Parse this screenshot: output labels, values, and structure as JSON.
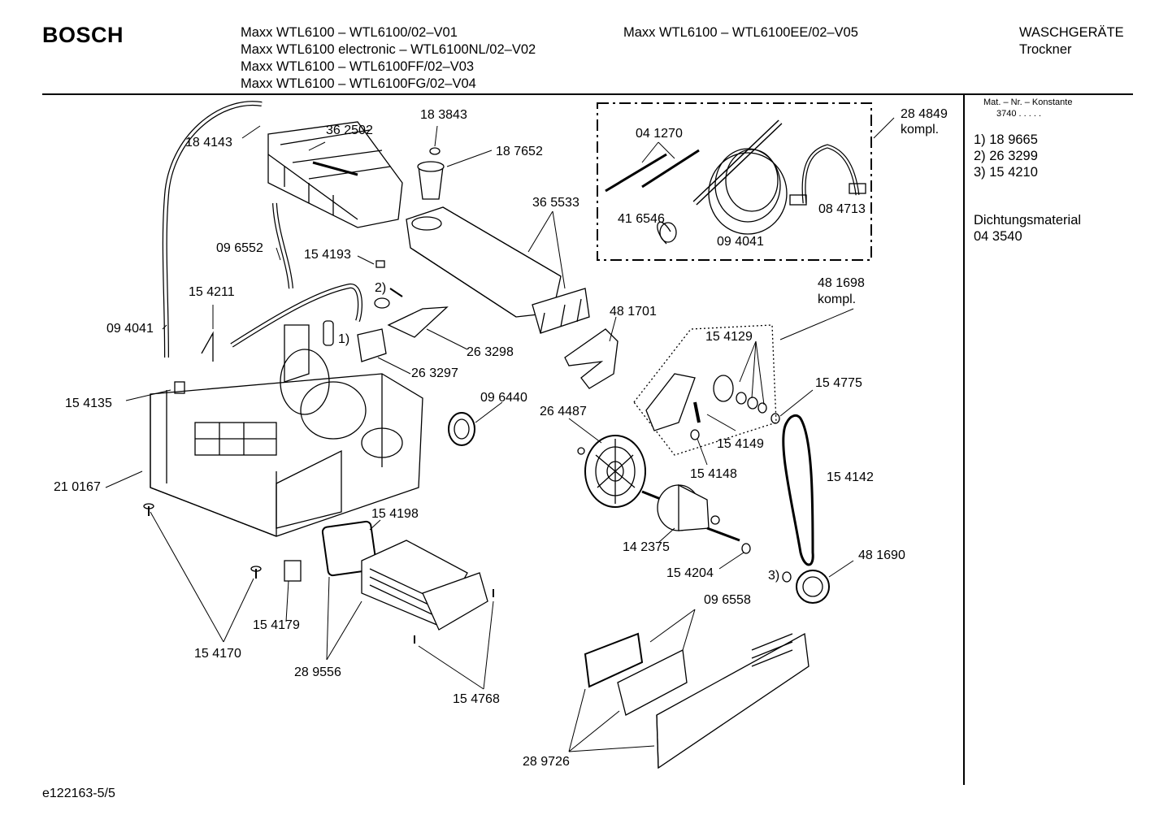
{
  "header": {
    "brand": "BOSCH",
    "models_left": [
      "Maxx WTL6100 –  WTL6100/02–V01",
      "Maxx WTL6100 electronic – WTL6100NL/02–V02",
      "Maxx WTL6100 – WTL6100FF/02–V03",
      "Maxx WTL6100 – WTL6100FG/02–V04"
    ],
    "model_right": "Maxx WTL6100 – WTL6100EE/02–V05",
    "category": "WASCHGERÄTE",
    "subcategory": "Trockner"
  },
  "sidebar": {
    "mat_header": "Mat. – Nr. – Konstante",
    "mat_value": "3740 .  .  .  .  .",
    "notes": [
      "1) 18 9665",
      "2) 26 3299",
      "3) 15 4210"
    ],
    "seal_label": "Dichtungsmaterial",
    "seal_number": "04 3540"
  },
  "footer": {
    "code": "e122163-5/5"
  },
  "parts": {
    "p184143": "18 4143",
    "p362502": "36 2502",
    "p183843": "18 3843",
    "p187652": "18 7652",
    "p284849": "28 4849",
    "p284849_kompl": "kompl.",
    "p041270": "04 1270",
    "p416546": "41 6546",
    "p094041_kit": "09 4041",
    "p084713": "08 4713",
    "p365533": "36 5533",
    "p096552": "09 6552",
    "p154193": "15 4193",
    "note2": "2)",
    "p154211": "15 4211",
    "p094041": "09 4041",
    "note1": "1)",
    "p263298": "26 3298",
    "p263297": "26 3297",
    "p481698": "48 1698",
    "p481698_kompl": "kompl.",
    "p481701": "48 1701",
    "p154129": "15 4129",
    "p154775": "15 4775",
    "p154135": "15 4135",
    "p096440": "09 6440",
    "p264487": "26 4487",
    "p154149": "15 4149",
    "p154148": "15 4148",
    "p154142": "15 4142",
    "p210167": "21 0167",
    "p154198": "15 4198",
    "p142375": "14 2375",
    "p481690": "48 1690",
    "p154204": "15 4204",
    "note3": "3)",
    "p096558": "09 6558",
    "p154179": "15 4179",
    "p154170": "15 4170",
    "p289556": "28 9556",
    "p154768": "15 4768",
    "p289726": "28 9726"
  }
}
